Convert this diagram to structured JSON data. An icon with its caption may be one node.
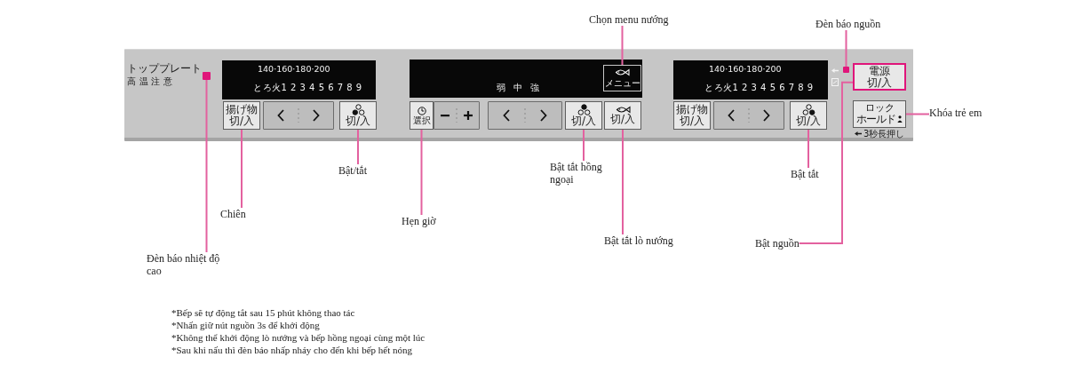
{
  "diagram": {
    "nodes": [
      {
        "text": [
          "Chọn menu nướng"
        ]
      },
      {
        "text": [
          "Đèn báo nguồn"
        ]
      },
      {
        "text": [],
        "shape": "box"
      },
      {
        "text": [],
        "shape": "box",
        "in": 2,
        "beside": [
          "トッププレート",
          "高温注意"
        ]
      },
      {
        "text": [
          "140·160·180·200",
          "とろ火1 2 3 4 5 6 7 8 9"
        ],
        "in": 2
      },
      {
        "text": [
          "弱 中 強"
        ],
        "in": 2
      },
      {
        "text": [
          "メニュー"
        ],
        "in": 5
      },
      {
        "text": [
          "140·160·180·200",
          "とろ火1 2 3 4 5 6 7 8 9"
        ],
        "in": 2
      },
      {
        "text": [],
        "shape": "box",
        "in": 2
      },
      {
        "text": [
          "電源",
          "切/入"
        ],
        "in": 2
      },
      {
        "text": [
          "揚げ物",
          "切/入"
        ],
        "in": 2
      },
      {
        "text": [],
        "shape": "box",
        "in": 2
      },
      {
        "text": [
          "切/入"
        ],
        "in": 2
      },
      {
        "text": [
          "選択"
        ],
        "in": 2
      },
      {
        "text": [],
        "shape": "box",
        "in": 2
      },
      {
        "text": [],
        "shape": "box",
        "in": 2
      },
      {
        "text": [
          "切/入"
        ],
        "in": 2
      },
      {
        "text": [
          "切/入"
        ],
        "in": 2
      },
      {
        "text": [
          "揚げ物",
          "切/入"
        ],
        "in": 2
      },
      {
        "text": [],
        "shape": "box",
        "in": 2
      },
      {
        "text": [
          "切/入"
        ],
        "in": 2
      },
      {
        "text": [
          "ロック",
          "ホールド"
        ],
        "in": 2,
        "beside": [
          "3秒長押し"
        ]
      },
      {
        "text": [
          "Khóa trẻ em"
        ]
      },
      {
        "text": [
          "Bật/tắt"
        ]
      },
      {
        "text": [
          "Bật tắt hồng ngoại"
        ]
      },
      {
        "text": [
          "Bật tắt"
        ]
      },
      {
        "text": [
          "Chiên"
        ]
      },
      {
        "text": [
          "Hẹn giờ"
        ]
      },
      {
        "text": [
          "Bật tắt lò nướng"
        ]
      },
      {
        "text": [
          "Bật nguồn"
        ]
      },
      {
        "text": [
          "Đèn báo nhiệt độ cao"
        ]
      }
    ],
    "edges": [
      {
        "from": 0,
        "to": 6,
        "arrow": "none"
      },
      {
        "from": 1,
        "to": 8,
        "arrow": "none"
      },
      {
        "from": 22,
        "to": 21,
        "arrow": "none"
      },
      {
        "from": 23,
        "to": 12,
        "arrow": "none"
      },
      {
        "from": 24,
        "to": 16,
        "arrow": "none"
      },
      {
        "from": 25,
        "to": 20,
        "arrow": "none"
      },
      {
        "from": 26,
        "to": 10,
        "arrow": "none"
      },
      {
        "from": 27,
        "to": 13,
        "arrow": "none"
      },
      {
        "from": 28,
        "to": 17,
        "arrow": "none"
      },
      {
        "from": 29,
        "to": 9,
        "arrow": "none"
      },
      {
        "from": 30,
        "to": 3,
        "arrow": "none"
      }
    ],
    "labels": [
      "*Bếp sẽ tự động tắt sau 15 phút không thao tác",
      "*Nhấn giữ nút nguồn 3s để khởi động",
      "*Không thể khởi động lò nướng và bếp hồng ngoại cùng một lúc",
      "*Sau khi nấu thì đèn báo nhấp nháy cho đến khi bếp hết nóng"
    ]
  }
}
